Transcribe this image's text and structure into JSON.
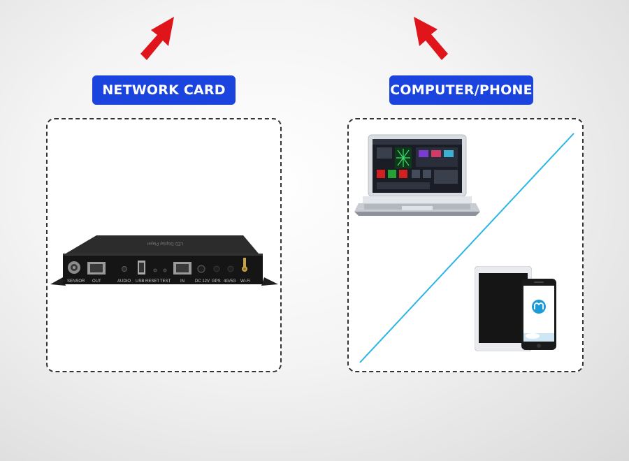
{
  "left_panel": {
    "label": "NETWORK CARD",
    "device": {
      "top_text": "LED Display Player",
      "ports": [
        "SENSOR",
        "OUT",
        "AUDIO",
        "USB",
        "RESET",
        "TEST",
        "IN",
        "DC 12V",
        "GPS",
        "4G/5G",
        "Wi-Fi"
      ]
    }
  },
  "right_panel": {
    "label": "COMPUTER/PHONE"
  },
  "colors": {
    "arrow": "#e0141b",
    "label_bg": "#1a44dd",
    "divider_line": "#29b6e6"
  }
}
